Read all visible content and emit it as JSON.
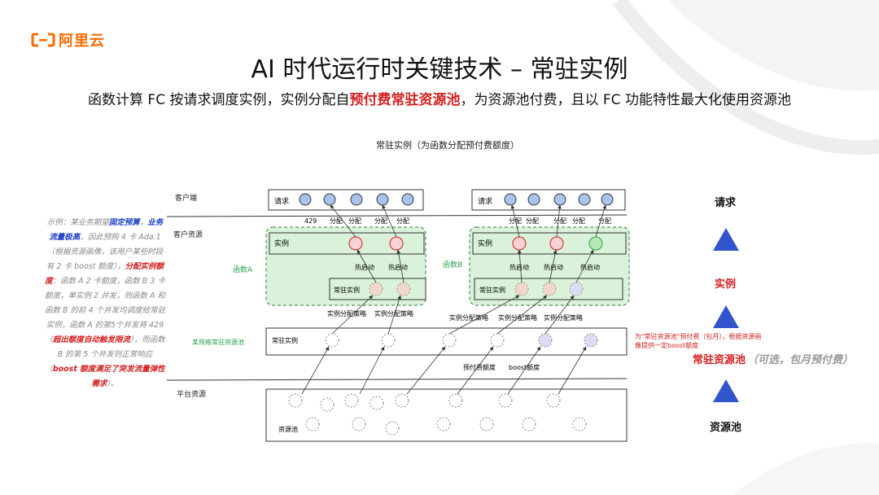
{
  "brand": {
    "logo_text": "阿里云",
    "accent": "#ff6a00"
  },
  "title": "AI 时代运行时关键技术 – 常驻实例",
  "subtitle": {
    "pre": "函数计算 FC 按请求调度实例，实例分配自",
    "highlight": "预付费常驻资源池",
    "post": "，为资源池付费，且以 FC 功能特性最大化使用资源池"
  },
  "diagram": {
    "caption": "常驻实例（为函数分配预付费额度）",
    "rows": {
      "client": "客户端",
      "customer_resources": "客户资源",
      "platform_resources": "平台资源"
    },
    "func_a": "函数A",
    "func_b": "函数B",
    "pool_label": "某规格常驻资源池",
    "request": "请求",
    "instance": "实例",
    "resident_instance": "常驻实例",
    "resource_pool": "资源池",
    "count_429": "429",
    "allocate": "分配",
    "warm_start": "热启动",
    "alloc_policy": "实例分配策略",
    "prepaid_quota": "预付费额度",
    "boost_quota": "boost额度"
  },
  "side_note": {
    "p1": "示例：某业务期望",
    "b1": "固定预算",
    "p2": "，",
    "b2": "业务流量极高",
    "p3": "，因此预购 4 卡 Ada.1（根据资源画像，该用户某些时段有 2 卡 boost 额度），",
    "r1": "分配实例额度",
    "p4": "：函数 A 2 卡额度，函数 B 3 卡额度，单实例 2 并发，则函数 A 和函数 B 的前 4 个并发均调度给常驻实例，函数 A 的第5个并发将 429（",
    "r2": "超出额度自动触发限流",
    "p5": "），而函数 B 的第 5 个并发则正常响应（",
    "r3": "boost 额度满足了突发流量弹性需求",
    "p6": "）。"
  },
  "pool_note": "为\"常驻资源池\"预付费（包月），根据资源画像提供一定boost额度",
  "legend": {
    "request": "请求",
    "instance": "实例",
    "resident_pool": "常驻资源池",
    "resident_pool_optional": "（可选，包月预付费）",
    "resource_pool": "资源池"
  },
  "colors": {
    "triangle": "#3355cc",
    "red": "#d41f1f",
    "green": "#2aa24a",
    "blue_text": "#1a3fc8"
  }
}
